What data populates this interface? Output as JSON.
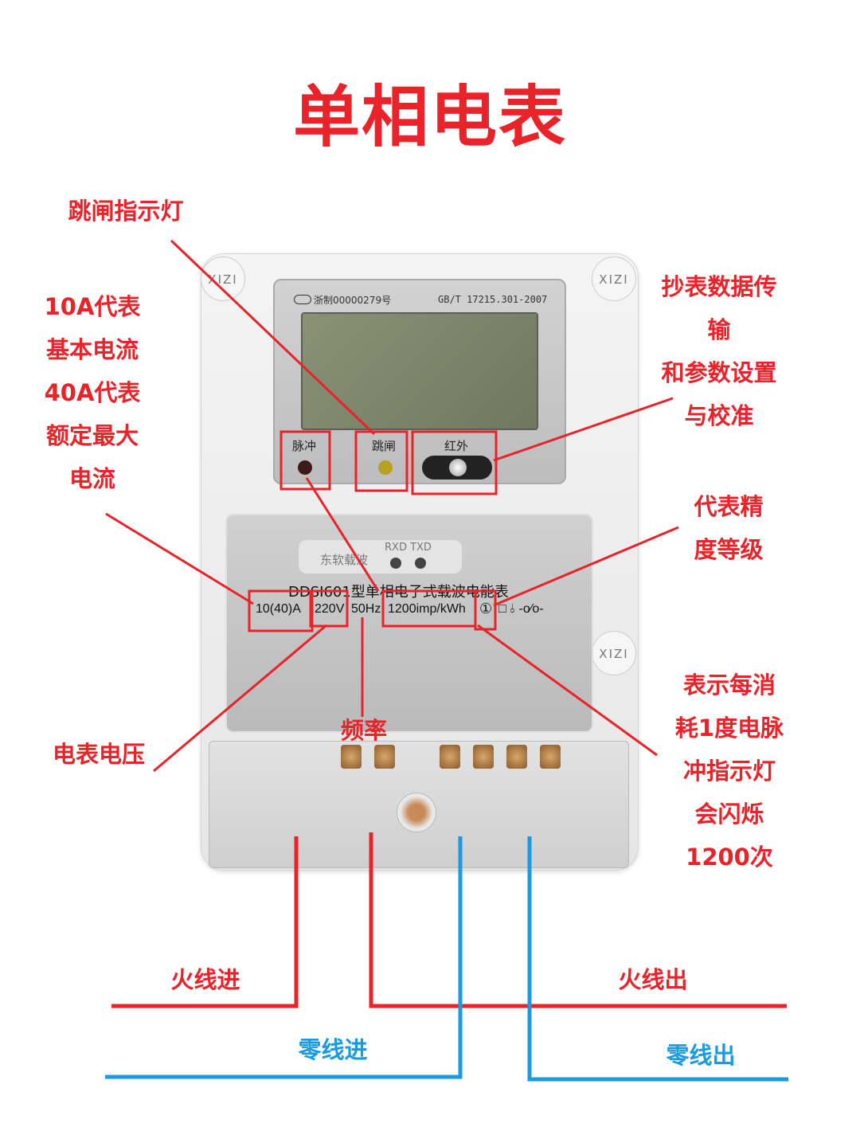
{
  "title": "单相电表",
  "colors": {
    "annotation": "#e8232a",
    "neutral_wire": "#1a9be0",
    "live_wire": "#e8232a"
  },
  "meter": {
    "brand": "XIZI",
    "cert": "浙制00000279号",
    "cert_icon": "CMC-mark",
    "standard": "GB/T 17215.301-2007",
    "indicators": {
      "pulse": "脉冲",
      "trip": "跳闸",
      "infrared": "红外"
    },
    "carrier_label": "东软载波",
    "rxd_txd": "RXD TXD",
    "model": "DDSI601型单相电子式载波电能表",
    "current": "10(40)A",
    "voltage": "220V",
    "frequency": "50Hz",
    "constant": "1200imp/kWh",
    "accuracy_class": "①",
    "symbols": "□ ⫰ -o⁄o-"
  },
  "annotations": {
    "trip_light": "跳闸指示灯",
    "current": [
      "10A代表",
      "基本电流",
      "40A代表",
      "额定最大",
      "电流"
    ],
    "infrared": [
      "抄表数据传",
      "输",
      "和参数设置",
      "与校准"
    ],
    "accuracy": [
      "代表精",
      "度等级"
    ],
    "voltage": "电表电压",
    "frequency": "频率",
    "pulse": [
      "表示每消",
      "耗1度电脉",
      "冲指示灯",
      "会闪烁",
      "1200次"
    ]
  },
  "wires": {
    "live_in": "火线进",
    "live_out": "火线出",
    "neutral_in": "零线进",
    "neutral_out": "零线出"
  }
}
